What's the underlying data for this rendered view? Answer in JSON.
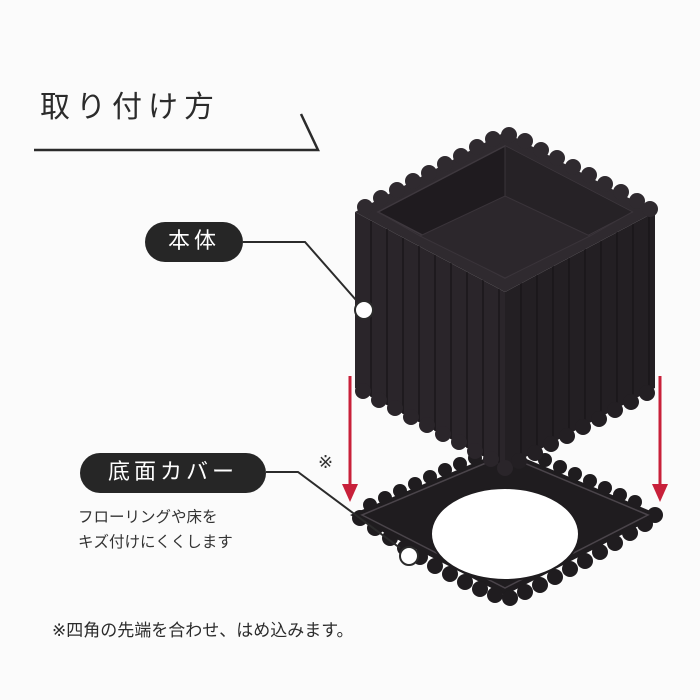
{
  "title": "取り付け方",
  "labels": {
    "body": "本体",
    "cover": "底面カバー"
  },
  "cover_description": [
    "フローリングや床を",
    "キズ付けにくくします"
  ],
  "asterisk": "※",
  "footnote": "※四角の先端を合わせ、はめ込みます。",
  "colors": {
    "product": "#2a252a",
    "product_edge": "#1a171a",
    "arrow": "#c8203a",
    "text": "#2b2b2b",
    "pill": "#262626"
  }
}
